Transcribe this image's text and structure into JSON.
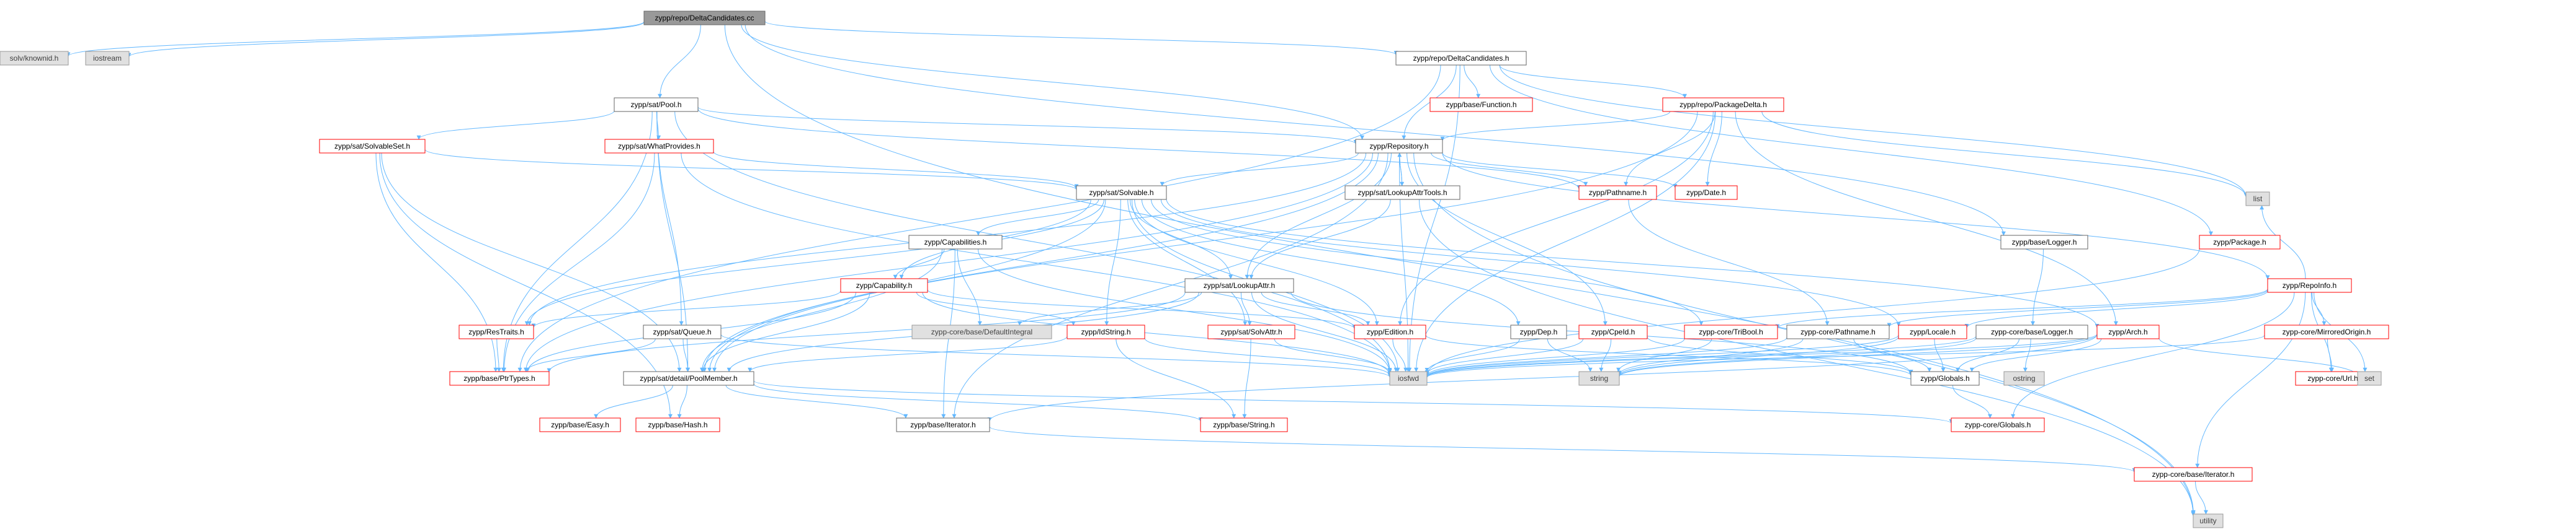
{
  "diagram": {
    "colors": {
      "edge": "#63b8ff",
      "root_fill": "#999999",
      "normal_stroke": "#666666",
      "normal_text": "#000000",
      "truncated_stroke": "#ff0000",
      "truncated_text": "#000000",
      "external_fill": "#e0e0e0",
      "external_stroke": "#999999",
      "external_text": "#404040"
    },
    "nodes": [
      {
        "id": "root",
        "label": "zypp/repo/DeltaCandidates.cc",
        "kind": "root"
      },
      {
        "id": "knownid",
        "label": "solv/knownid.h",
        "kind": "external"
      },
      {
        "id": "iostream",
        "label": "iostream",
        "kind": "external"
      },
      {
        "id": "deltacand_h",
        "label": "zypp/repo/DeltaCandidates.h",
        "kind": "normal"
      },
      {
        "id": "pool_h",
        "label": "zypp/sat/Pool.h",
        "kind": "normal"
      },
      {
        "id": "function_h",
        "label": "zypp/base/Function.h",
        "kind": "truncated"
      },
      {
        "id": "packagedelta_h",
        "label": "zypp/repo/PackageDelta.h",
        "kind": "truncated"
      },
      {
        "id": "list",
        "label": "list",
        "kind": "external"
      },
      {
        "id": "solvableset_h",
        "label": "zypp/sat/SolvableSet.h",
        "kind": "truncated"
      },
      {
        "id": "whatprovides_h",
        "label": "zypp/sat/WhatProvides.h",
        "kind": "truncated"
      },
      {
        "id": "repository_h",
        "label": "zypp/Repository.h",
        "kind": "normal"
      },
      {
        "id": "solvable_h",
        "label": "zypp/sat/Solvable.h",
        "kind": "normal"
      },
      {
        "id": "lookupattrtools_h",
        "label": "zypp/sat/LookupAttrTools.h",
        "kind": "normal"
      },
      {
        "id": "pathname_h",
        "label": "zypp/Pathname.h",
        "kind": "truncated"
      },
      {
        "id": "date_h",
        "label": "zypp/Date.h",
        "kind": "truncated"
      },
      {
        "id": "logger_h",
        "label": "zypp/base/Logger.h",
        "kind": "normal"
      },
      {
        "id": "package_h",
        "label": "zypp/Package.h",
        "kind": "truncated"
      },
      {
        "id": "capabilities_h",
        "label": "zypp/Capabilities.h",
        "kind": "normal"
      },
      {
        "id": "capability_h",
        "label": "zypp/Capability.h",
        "kind": "truncated"
      },
      {
        "id": "lookupattr_h",
        "label": "zypp/sat/LookupAttr.h",
        "kind": "normal"
      },
      {
        "id": "repoinfo_h",
        "label": "zypp/RepoInfo.h",
        "kind": "truncated"
      },
      {
        "id": "restraits_h",
        "label": "zypp/ResTraits.h",
        "kind": "truncated"
      },
      {
        "id": "queue_h",
        "label": "zypp/sat/Queue.h",
        "kind": "normal"
      },
      {
        "id": "defaultintegral_h",
        "label": "zypp-core/base/DefaultIntegral",
        "kind": "external"
      },
      {
        "id": "idstring_h",
        "label": "zypp/IdString.h",
        "kind": "truncated"
      },
      {
        "id": "solvattr_h",
        "label": "zypp/sat/SolvAttr.h",
        "kind": "truncated"
      },
      {
        "id": "edition_h",
        "label": "zypp/Edition.h",
        "kind": "truncated"
      },
      {
        "id": "dep_h",
        "label": "zypp/Dep.h",
        "kind": "normal"
      },
      {
        "id": "cpeid_h",
        "label": "zypp/CpeId.h",
        "kind": "truncated"
      },
      {
        "id": "tribool_h",
        "label": "zypp-core/TriBool.h",
        "kind": "truncated"
      },
      {
        "id": "corepathname_h",
        "label": "zypp-core/Pathname.h",
        "kind": "normal"
      },
      {
        "id": "locale_h",
        "label": "zypp/Locale.h",
        "kind": "truncated"
      },
      {
        "id": "corelogger_h",
        "label": "zypp-core/base/Logger.h",
        "kind": "normal"
      },
      {
        "id": "arch_h",
        "label": "zypp/Arch.h",
        "kind": "truncated"
      },
      {
        "id": "mirroredorigin_h",
        "label": "zypp-core/MirroredOrigin.h",
        "kind": "truncated"
      },
      {
        "id": "ptrtypes_h",
        "label": "zypp/base/PtrTypes.h",
        "kind": "truncated"
      },
      {
        "id": "poolmember_h",
        "label": "zypp/sat/detail/PoolMember.h",
        "kind": "normal"
      },
      {
        "id": "iosfwd",
        "label": "iosfwd",
        "kind": "external"
      },
      {
        "id": "string",
        "label": "string",
        "kind": "external"
      },
      {
        "id": "globals_h",
        "label": "zypp/Globals.h",
        "kind": "normal"
      },
      {
        "id": "ostring",
        "label": "ostring",
        "kind": "external"
      },
      {
        "id": "coreurl_h",
        "label": "zypp-core/Url.h",
        "kind": "truncated"
      },
      {
        "id": "set",
        "label": "set",
        "kind": "external"
      },
      {
        "id": "easy_h",
        "label": "zypp/base/Easy.h",
        "kind": "truncated"
      },
      {
        "id": "hash_h",
        "label": "zypp/base/Hash.h",
        "kind": "truncated"
      },
      {
        "id": "iterator_h",
        "label": "zypp/base/Iterator.h",
        "kind": "normal"
      },
      {
        "id": "basestring_h",
        "label": "zypp/base/String.h",
        "kind": "truncated"
      },
      {
        "id": "coreglobals_h",
        "label": "zypp-core/Globals.h",
        "kind": "truncated"
      },
      {
        "id": "coreiterator_h",
        "label": "zypp-core/base/Iterator.h",
        "kind": "truncated"
      },
      {
        "id": "utility",
        "label": "utility",
        "kind": "external"
      }
    ],
    "edges": [
      [
        "root",
        "knownid"
      ],
      [
        "root",
        "iostream"
      ],
      [
        "root",
        "deltacand_h"
      ],
      [
        "root",
        "pool_h"
      ],
      [
        "root",
        "repository_h"
      ],
      [
        "root",
        "logger_h"
      ],
      [
        "root",
        "utility"
      ],
      [
        "deltacand_h",
        "function_h"
      ],
      [
        "deltacand_h",
        "packagedelta_h"
      ],
      [
        "deltacand_h",
        "repository_h"
      ],
      [
        "deltacand_h",
        "list"
      ],
      [
        "deltacand_h",
        "package_h"
      ],
      [
        "deltacand_h",
        "iosfwd"
      ],
      [
        "deltacand_h",
        "ptrtypes_h"
      ],
      [
        "packagedelta_h",
        "repository_h"
      ],
      [
        "packagedelta_h",
        "date_h"
      ],
      [
        "packagedelta_h",
        "edition_h"
      ],
      [
        "packagedelta_h",
        "arch_h"
      ],
      [
        "packagedelta_h",
        "list"
      ],
      [
        "packagedelta_h",
        "iosfwd"
      ],
      [
        "packagedelta_h",
        "pathname_h"
      ],
      [
        "packagedelta_h",
        "poolmember_h"
      ],
      [
        "pool_h",
        "solvableset_h"
      ],
      [
        "pool_h",
        "whatprovides_h"
      ],
      [
        "pool_h",
        "repository_h"
      ],
      [
        "pool_h",
        "queue_h"
      ],
      [
        "pool_h",
        "poolmember_h"
      ],
      [
        "pool_h",
        "iosfwd"
      ],
      [
        "pool_h",
        "pathname_h"
      ],
      [
        "pool_h",
        "ptrtypes_h"
      ],
      [
        "solvableset_h",
        "solvable_h"
      ],
      [
        "solvableset_h",
        "ptrtypes_h"
      ],
      [
        "solvableset_h",
        "poolmember_h"
      ],
      [
        "solvableset_h",
        "hash_h"
      ],
      [
        "whatprovides_h",
        "solvable_h"
      ],
      [
        "whatprovides_h",
        "ptrtypes_h"
      ],
      [
        "whatprovides_h",
        "iosfwd"
      ],
      [
        "repository_h",
        "solvable_h"
      ],
      [
        "repository_h",
        "lookupattrtools_h"
      ],
      [
        "repository_h",
        "pathname_h"
      ],
      [
        "repository_h",
        "date_h"
      ],
      [
        "repository_h",
        "repoinfo_h"
      ],
      [
        "repository_h",
        "lookupattr_h"
      ],
      [
        "repository_h",
        "cpeid_h"
      ],
      [
        "repository_h",
        "iterator_h"
      ],
      [
        "repository_h",
        "iosfwd"
      ],
      [
        "repository_h",
        "poolmember_h"
      ],
      [
        "repository_h",
        "ptrtypes_h"
      ],
      [
        "repository_h",
        "restraits_h"
      ],
      [
        "repository_h",
        "utility"
      ],
      [
        "lookupattrtools_h",
        "repository_h"
      ],
      [
        "lookupattrtools_h",
        "lookupattr_h"
      ],
      [
        "lookupattrtools_h",
        "utility"
      ],
      [
        "pathname_h",
        "corepathname_h"
      ],
      [
        "solvable_h",
        "capabilities_h"
      ],
      [
        "solvable_h",
        "capability_h"
      ],
      [
        "solvable_h",
        "idstring_h"
      ],
      [
        "solvable_h",
        "solvattr_h"
      ],
      [
        "solvable_h",
        "edition_h"
      ],
      [
        "solvable_h",
        "dep_h"
      ],
      [
        "solvable_h",
        "locale_h"
      ],
      [
        "solvable_h",
        "arch_h"
      ],
      [
        "solvable_h",
        "tribool_h"
      ],
      [
        "solvable_h",
        "iosfwd"
      ],
      [
        "solvable_h",
        "poolmember_h"
      ],
      [
        "solvable_h",
        "lookupattr_h"
      ],
      [
        "solvable_h",
        "restraits_h"
      ],
      [
        "capabilities_h",
        "capability_h"
      ],
      [
        "capabilities_h",
        "defaultintegral_h"
      ],
      [
        "capabilities_h",
        "iosfwd"
      ],
      [
        "capabilities_h",
        "poolmember_h"
      ],
      [
        "capabilities_h",
        "iterator_h"
      ],
      [
        "capability_h",
        "restraits_h"
      ],
      [
        "capability_h",
        "idstring_h"
      ],
      [
        "capability_h",
        "edition_h"
      ],
      [
        "capability_h",
        "iosfwd"
      ],
      [
        "capability_h",
        "poolmember_h"
      ],
      [
        "capability_h",
        "ptrtypes_h"
      ],
      [
        "lookupattr_h",
        "solvattr_h"
      ],
      [
        "lookupattr_h",
        "edition_h"
      ],
      [
        "lookupattr_h",
        "iosfwd"
      ],
      [
        "lookupattr_h",
        "ptrtypes_h"
      ],
      [
        "lookupattr_h",
        "poolmember_h"
      ],
      [
        "lookupattr_h",
        "defaultintegral_h"
      ],
      [
        "lookupattr_h",
        "globals_h"
      ],
      [
        "restraits_h",
        "ptrtypes_h"
      ],
      [
        "queue_h",
        "ptrtypes_h"
      ],
      [
        "queue_h",
        "poolmember_h"
      ],
      [
        "queue_h",
        "iosfwd"
      ],
      [
        "idstring_h",
        "poolmember_h"
      ],
      [
        "idstring_h",
        "iosfwd"
      ],
      [
        "idstring_h",
        "basestring_h"
      ],
      [
        "solvattr_h",
        "basestring_h"
      ],
      [
        "solvattr_h",
        "iosfwd"
      ],
      [
        "edition_h",
        "iosfwd"
      ],
      [
        "edition_h",
        "globals_h"
      ],
      [
        "dep_h",
        "iosfwd"
      ],
      [
        "dep_h",
        "string"
      ],
      [
        "cpeid_h",
        "iosfwd"
      ],
      [
        "cpeid_h",
        "string"
      ],
      [
        "cpeid_h",
        "globals_h"
      ],
      [
        "repoinfo_h",
        "list"
      ],
      [
        "repoinfo_h",
        "set"
      ],
      [
        "repoinfo_h",
        "tribool_h"
      ],
      [
        "repoinfo_h",
        "corepathname_h"
      ],
      [
        "repoinfo_h",
        "locale_h"
      ],
      [
        "repoinfo_h",
        "mirroredorigin_h"
      ],
      [
        "repoinfo_h",
        "coreurl_h"
      ],
      [
        "repoinfo_h",
        "coreglobals_h"
      ],
      [
        "repoinfo_h",
        "coreiterator_h"
      ],
      [
        "tribool_h",
        "iosfwd"
      ],
      [
        "tribool_h",
        "string"
      ],
      [
        "corepathname_h",
        "iosfwd"
      ],
      [
        "corepathname_h",
        "string"
      ],
      [
        "corepathname_h",
        "globals_h"
      ],
      [
        "locale_h",
        "iosfwd"
      ],
      [
        "locale_h",
        "string"
      ],
      [
        "locale_h",
        "globals_h"
      ],
      [
        "corelogger_h",
        "iosfwd"
      ],
      [
        "corelogger_h",
        "ostring"
      ],
      [
        "corelogger_h",
        "globals_h"
      ],
      [
        "corelogger_h",
        "string"
      ],
      [
        "logger_h",
        "corelogger_h"
      ],
      [
        "arch_h",
        "iosfwd"
      ],
      [
        "arch_h",
        "string"
      ],
      [
        "arch_h",
        "set"
      ],
      [
        "arch_h",
        "globals_h"
      ],
      [
        "arch_h",
        "iterator_h"
      ],
      [
        "mirroredorigin_h",
        "coreurl_h"
      ],
      [
        "mirroredorigin_h",
        "iosfwd"
      ],
      [
        "coreurl_h",
        "set"
      ],
      [
        "poolmember_h",
        "easy_h"
      ],
      [
        "poolmember_h",
        "hash_h"
      ],
      [
        "poolmember_h",
        "iterator_h"
      ],
      [
        "poolmember_h",
        "basestring_h"
      ],
      [
        "poolmember_h",
        "coreglobals_h"
      ],
      [
        "globals_h",
        "coreglobals_h"
      ],
      [
        "iterator_h",
        "coreiterator_h"
      ],
      [
        "coreiterator_h",
        "utility"
      ],
      [
        "package_h",
        "iosfwd"
      ]
    ]
  }
}
